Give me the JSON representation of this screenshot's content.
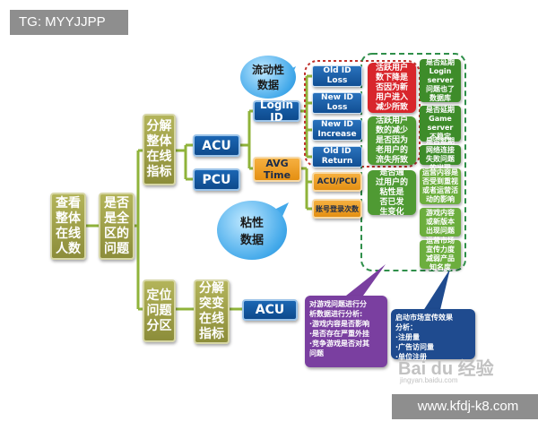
{
  "watermark_top": "TG: MYYJJPP",
  "watermark_bottom": "www.kfdj-k8.com",
  "nodes": {
    "root": "查看\n整体\n在线\n人数",
    "q_global": "是否\n是全\n区的\n问题",
    "decompose": "分解\n整体\n在线\n指标",
    "locate": "定位\n问题\n分区",
    "acu": "ACU",
    "pcu": "PCU",
    "acu2": "ACU",
    "decompose_sudden": "分解\n突变\n在线\n指标",
    "login_id": "Login ID",
    "avg_time": "AVG\nTime",
    "acu_pcu": "ACU/PCU",
    "login_times": "账号登录次数",
    "old_id_loss": "Old ID\nLoss",
    "new_id_loss": "New ID\nLoss",
    "new_id_increase": "New ID\nIncrease",
    "old_id_return": "Old ID\nReturn",
    "active_drop": "活跃用户\n数下降是\n否因为新\n用户进入\n减少所致",
    "active_reduce": "活跃用户\n数的减少\n是否因为\n老用户的\n流失所致",
    "retention": "是否通\n过用户的\n粘性是\n否已发\n生变化",
    "login_server": "是否延期\nLogin server\n问题也了\n数据库",
    "game_server": "是否延期\nGame server\n不稳定",
    "network": "是否延期\n网络连接\n失败问题\n的出现",
    "gameplay": "运营内容是\n否受到重视\n或者运营活\n动的影响",
    "competitor": "游戏内容\n或新版本\n出现问题",
    "marketing": "运营市场\n宣传力度\n减弱产品\n知名度"
  },
  "circles": {
    "churn": "流动性\n数据",
    "stickiness": "粘性\n数据"
  },
  "callouts": {
    "left": "对游戏问题进行分\n析数据进行分析:\n·游戏内容是否影响\n·是否存在严重外挂\n·竞争游戏是否对其\n问题",
    "right": "启动市场宣传效果\n分析：\n·注册量\n·广告访问量\n·单位注册"
  },
  "logo": {
    "text": "Bai du 经验",
    "sub": "jingyan.baidu.com"
  },
  "colors": {
    "connector": "#8fb33a",
    "dashed_red": "#c0332e",
    "dashed_green": "#2f8f4a"
  }
}
